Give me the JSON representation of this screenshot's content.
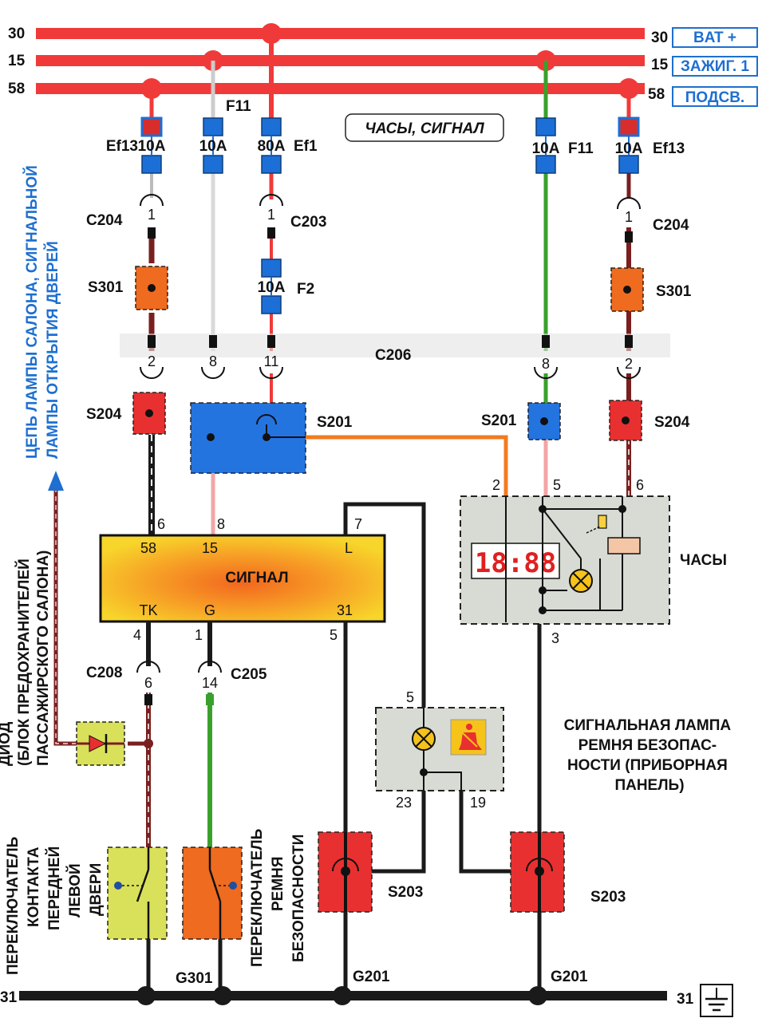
{
  "title": "ЧАСЫ, СИГНАЛ",
  "rails": [
    {
      "left": "30",
      "right": "30",
      "tag": "BAT +"
    },
    {
      "left": "15",
      "right": "15",
      "tag": "ЗАЖИГ. 1"
    },
    {
      "left": "58",
      "right": "58",
      "tag": "ПОДСВ."
    }
  ],
  "ground": {
    "left": "31",
    "right": "31"
  },
  "fuses": {
    "ef13_left": {
      "rating": "10A",
      "name": "Ef13"
    },
    "f11_left": {
      "rating": "10A",
      "name": "F11"
    },
    "ef1": {
      "rating": "80A",
      "name": "Ef1"
    },
    "f2": {
      "rating": "10A",
      "name": "F2"
    },
    "f11_right": {
      "rating": "10A",
      "name": "F11"
    },
    "ef13_right": {
      "rating": "10A",
      "name": "Ef13"
    }
  },
  "connectors": {
    "c204_left": {
      "name": "C204",
      "pin": "1"
    },
    "c203": {
      "name": "C203",
      "pin": "1"
    },
    "c204_right": {
      "name": "C204",
      "pin": "1"
    },
    "c206": {
      "name": "C206",
      "pins": [
        "2",
        "8",
        "11",
        "8",
        "2"
      ]
    },
    "c208": {
      "name": "C208",
      "pin": "6"
    },
    "c205": {
      "name": "C205",
      "pin": "14"
    }
  },
  "splices": {
    "s301_left": "S301",
    "s301_right": "S301",
    "s204_left": "S204",
    "s204_right": "S204",
    "s201_left": "S201",
    "s201_right": "S201",
    "s203_left": "S203",
    "s203_right": "S203"
  },
  "grounds": {
    "g301": "G301",
    "g201_left": "G201",
    "g201_right": "G201"
  },
  "signal_unit": {
    "name": "СИГНАЛ",
    "pins_top": [
      {
        "label": "58",
        "num": "6"
      },
      {
        "label": "15",
        "num": "8"
      },
      {
        "label": "L",
        "num": "7"
      }
    ],
    "pins_bottom": [
      {
        "label": "TK",
        "num": "4"
      },
      {
        "label": "G",
        "num": "1"
      },
      {
        "label": "31",
        "num": "5"
      }
    ]
  },
  "clock": {
    "name": "ЧАСЫ",
    "display": "18:88",
    "pins": [
      "2",
      "5",
      "6",
      "3"
    ]
  },
  "seatbelt_lamp": {
    "caption": "СИГНАЛЬНАЯ ЛАМПА РЕМНЯ БЕЗОПАС- НОСТИ (ПРИБОРНАЯ ПАНЕЛЬ)",
    "pins": [
      "5",
      "23",
      "19"
    ]
  },
  "side_note": {
    "line1": "ЦЕПЬ ЛАМПЫ САЛОНА, СИГНАЛЬНОЙ",
    "line2": "ЛАМПЫ ОТКРЫТИЯ ДВЕРЕЙ"
  },
  "diode_caption": {
    "line1": "ДИОД",
    "line2": "(БЛОК ПРЕДОХРАНИТЕЛЕЙ",
    "line3": "ПАССАЖИРСКОГО САЛОНА)"
  },
  "door_switch_caption": {
    "line1": "ПЕРЕКЛЮЧАТЕЛЬ",
    "line2": "КОНТАКТА",
    "line3": "ПЕРЕДНЕЙ",
    "line4": "ЛЕВОЙ",
    "line5": "ДВЕРИ"
  },
  "belt_switch_caption": {
    "line1": "ПЕРЕКЛЮЧАТЕЛЬ",
    "line2": "РЕМНЯ",
    "line3": "БЕЗОПАСНОСТИ"
  },
  "colors": {
    "rail": "#f03a3a",
    "wire_black": "#1a1a1a",
    "wire_green": "#3aa02c",
    "wire_brown": "#7a1f1f",
    "wire_orange": "#f07b22",
    "wire_pink": "#f2a5a5",
    "splice_red": "#e83030",
    "splice_blue": "#2474e0",
    "splice_orange": "#ef6b1f",
    "fuse_blue": "#1c6fd6",
    "accent_blue": "#1e6fd0"
  }
}
